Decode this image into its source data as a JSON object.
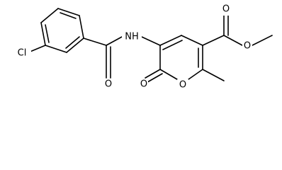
{
  "labels": {
    "chlorine": "Cl",
    "amide_nh": "NH",
    "amide_oxygen": "O",
    "ring_carbonyl_oxygen": "O",
    "ring_oxygen": "O",
    "ester_carbonyl_oxygen": "O",
    "ester_ether_oxygen": "O"
  },
  "colors": {
    "stroke": "#000000",
    "background": "#ffffff"
  }
}
